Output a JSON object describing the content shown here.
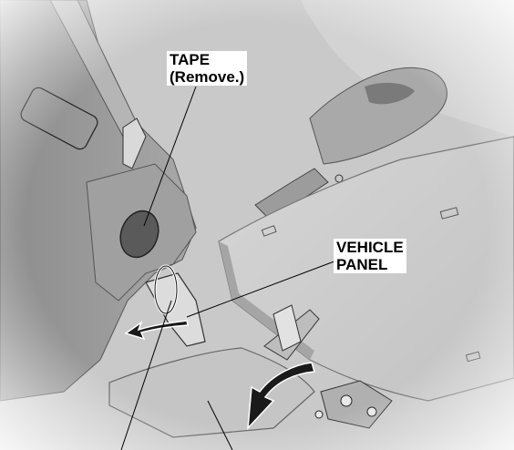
{
  "labels": {
    "tape": {
      "line1": "TAPE",
      "line2": "(Remove.)"
    },
    "vehicle_panel": {
      "line1": "VEHICLE",
      "line2": "PANEL"
    }
  },
  "colors": {
    "background": "#ffffff",
    "cabin_gray": "#c4c4c4",
    "trim_dark": "#9a9a9a",
    "floor_mid": "#b9b9b9",
    "seat_panel": "#cdcdcd",
    "arrow": "#1a1a1a"
  }
}
